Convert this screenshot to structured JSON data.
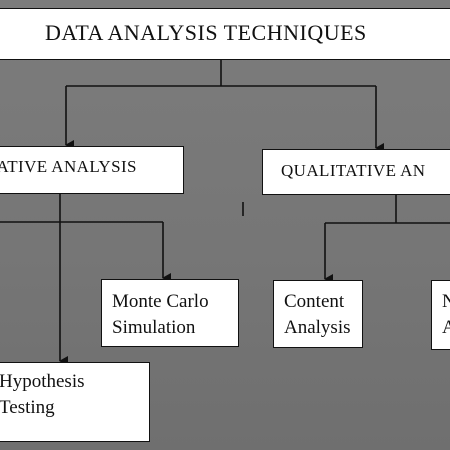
{
  "diagram": {
    "root": {
      "label": "DATA ANALYSIS TECHNIQUES"
    },
    "quantitative": {
      "label": "ITATIVE ANALYSIS"
    },
    "qualitative": {
      "label": "QUALITATIVE AN"
    },
    "monte_carlo": {
      "label": "Monte Carlo\nSimulation"
    },
    "content_analysis": {
      "label": "Content\nAnalysis"
    },
    "partial_box": {
      "label": "N\nA"
    },
    "hypothesis": {
      "label": "Hypothesis\nTesting"
    }
  },
  "colors": {
    "background": "#7a7a7a",
    "box_fill": "#ffffff",
    "line": "#111111"
  }
}
